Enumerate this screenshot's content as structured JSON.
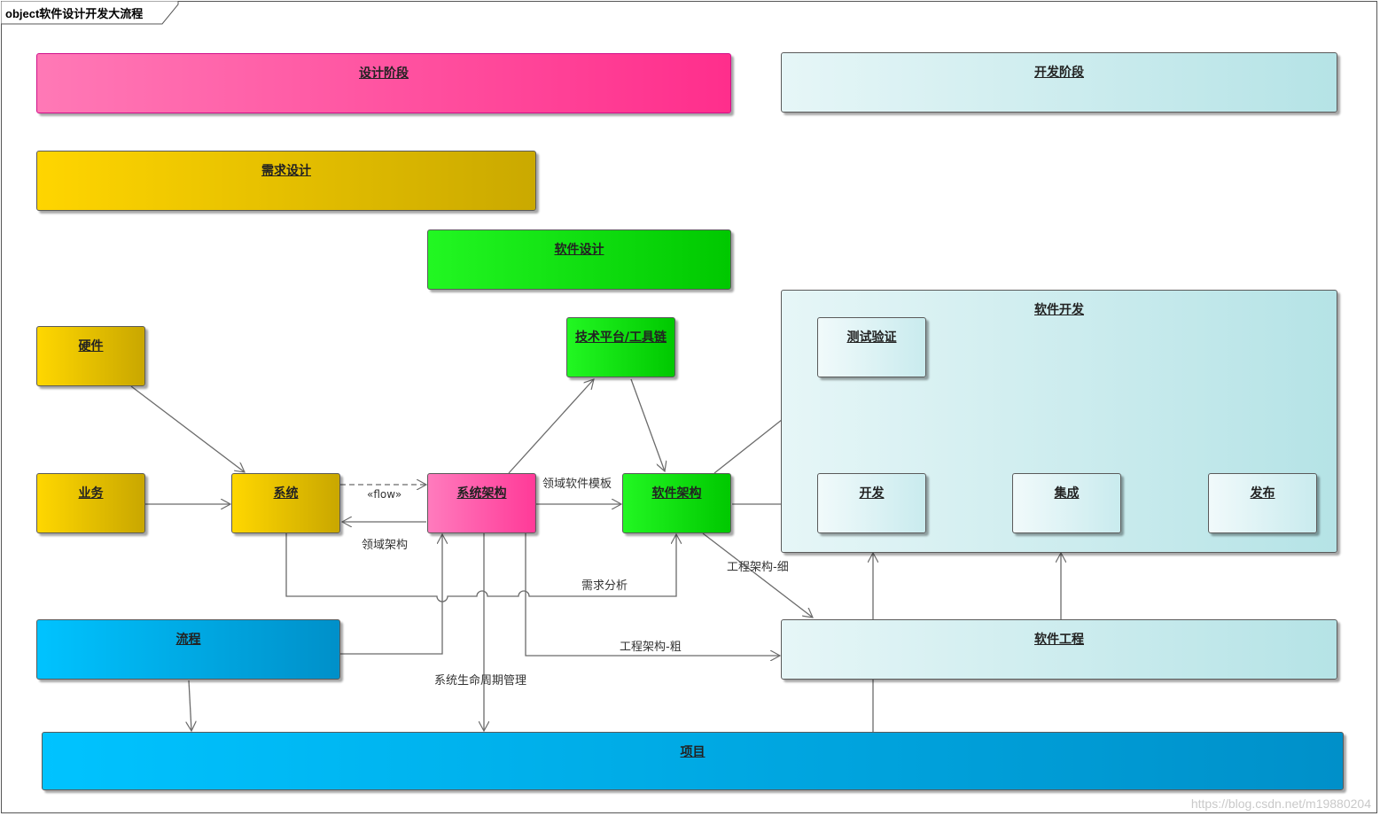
{
  "title": "object软件设计开发大流程",
  "nodes": {
    "design_phase": "设计阶段",
    "dev_phase": "开发阶段",
    "req_design": "需求设计",
    "sw_design": "软件设计",
    "sw_dev": "软件开发",
    "hardware": "硬件",
    "business": "业务",
    "system": "系统",
    "sys_arch": "系统架构",
    "tech_platform": "技术平台/工具链",
    "sw_arch": "软件架构",
    "test_verify": "测试验证",
    "develop": "开发",
    "integrate": "集成",
    "release": "发布",
    "process": "流程",
    "sw_engineering": "软件工程",
    "project": "项目"
  },
  "edge_labels": {
    "flow": "«flow»",
    "domain_arch": "领域架构",
    "domain_template": "领域软件模板",
    "req_analysis": "需求分析",
    "eng_arch_fine": "工程架构-细",
    "eng_arch_coarse": "工程架构-粗",
    "sys_lifecycle": "系统生命周期管理"
  },
  "watermark": "https://blog.csdn.net/m19880204",
  "colors": {
    "pink": "#ff3a98",
    "cyan": "#b5e3e6",
    "yellow": "#ffd500",
    "green": "#00c800",
    "blue": "#0090c9",
    "edge": "#6b6b6b"
  }
}
